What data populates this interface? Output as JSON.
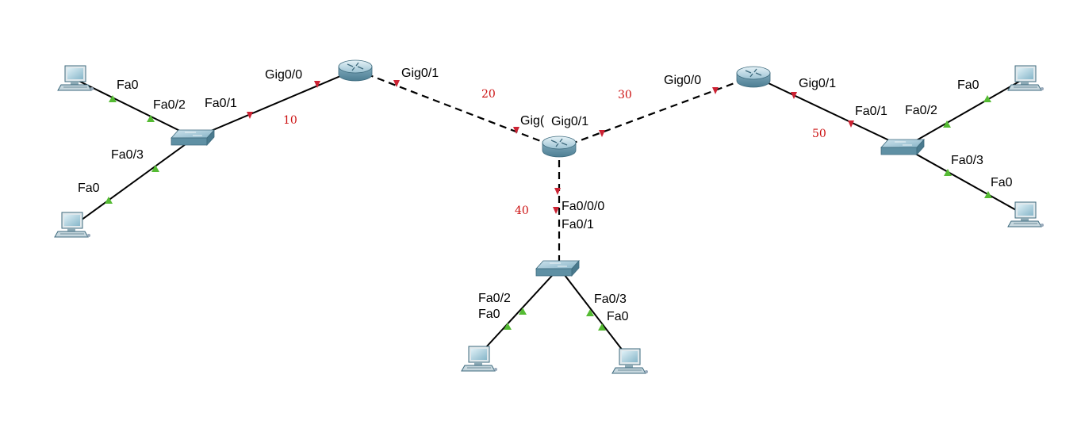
{
  "devices": {
    "routers": [
      {
        "id": "router-left"
      },
      {
        "id": "router-center"
      },
      {
        "id": "router-right"
      }
    ],
    "switches": [
      {
        "id": "switch-left"
      },
      {
        "id": "switch-center"
      },
      {
        "id": "switch-right"
      }
    ],
    "pcs": [
      {
        "id": "pc-left-top"
      },
      {
        "id": "pc-left-bottom"
      },
      {
        "id": "pc-center-left"
      },
      {
        "id": "pc-center-right"
      },
      {
        "id": "pc-right-top"
      },
      {
        "id": "pc-right-bottom"
      }
    ]
  },
  "link_labels": {
    "l1": "Gig0/0",
    "l2": "Gig0/1",
    "l3": "Gig(",
    "l4": "Gig0/1",
    "l5": "Gig0/0",
    "l6": "Gig0/1",
    "l7": "Fa0/1",
    "l8": "Fa0/2",
    "l9": "Fa0",
    "l10": "Fa0/3",
    "l11": "Fa0",
    "l12": "Fa0/0/0",
    "l13": "Fa0/1",
    "l14": "Fa0/2",
    "l15": "Fa0",
    "l16": "Fa0/3",
    "l17": "Fa0",
    "l18": "Fa0/1",
    "l19": "Fa0/2",
    "l20": "Fa0",
    "l21": "Fa0/3",
    "l22": "Fa0"
  },
  "network_numbers": {
    "n10": "10",
    "n20": "20",
    "n30": "30",
    "n40": "40",
    "n50": "50"
  },
  "colors": {
    "port_down": "#cc2233",
    "port_up": "#55bb33",
    "device": "#6fa3b8"
  }
}
